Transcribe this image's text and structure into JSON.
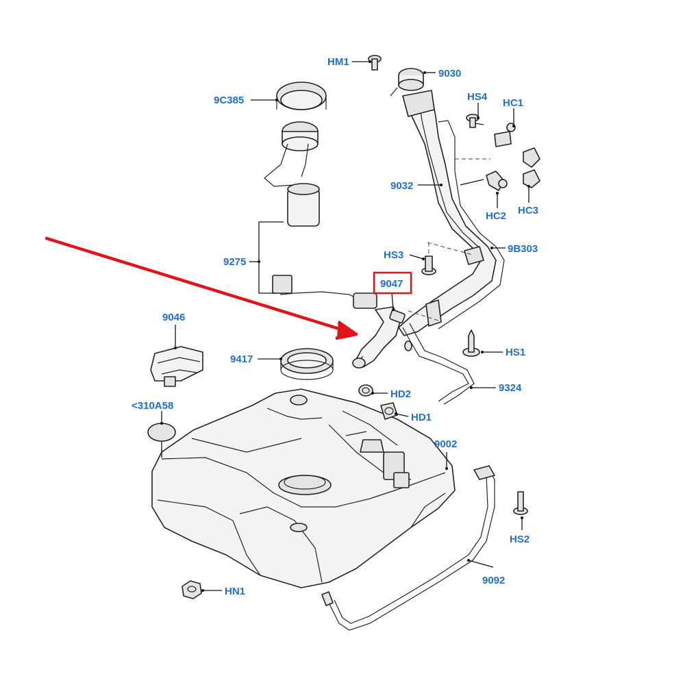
{
  "diagram": {
    "labels": {
      "hm1": "HM1",
      "p9030": "9030",
      "hs4": "HS4",
      "hc1": "HC1",
      "p9c385": "9C385",
      "p9032": "9032",
      "hc2": "HC2",
      "hc3": "HC3",
      "hs3": "HS3",
      "p9b303": "9B303",
      "p9275": "9275",
      "p9047": "9047",
      "p9046": "9046",
      "hs1": "HS1",
      "p9417": "9417",
      "p9324": "9324",
      "hd2": "HD2",
      "p310a58": "<310A58",
      "hd1": "HD1",
      "p9002": "9002",
      "hs2": "HS2",
      "p9092": "9092",
      "hn1": "HN1"
    },
    "highlighted_part": "9047",
    "colors": {
      "label_text": "#1f6fd1",
      "highlight_box": "#e0141b",
      "arrow": "#e0141b",
      "line_art": "#222222"
    }
  }
}
